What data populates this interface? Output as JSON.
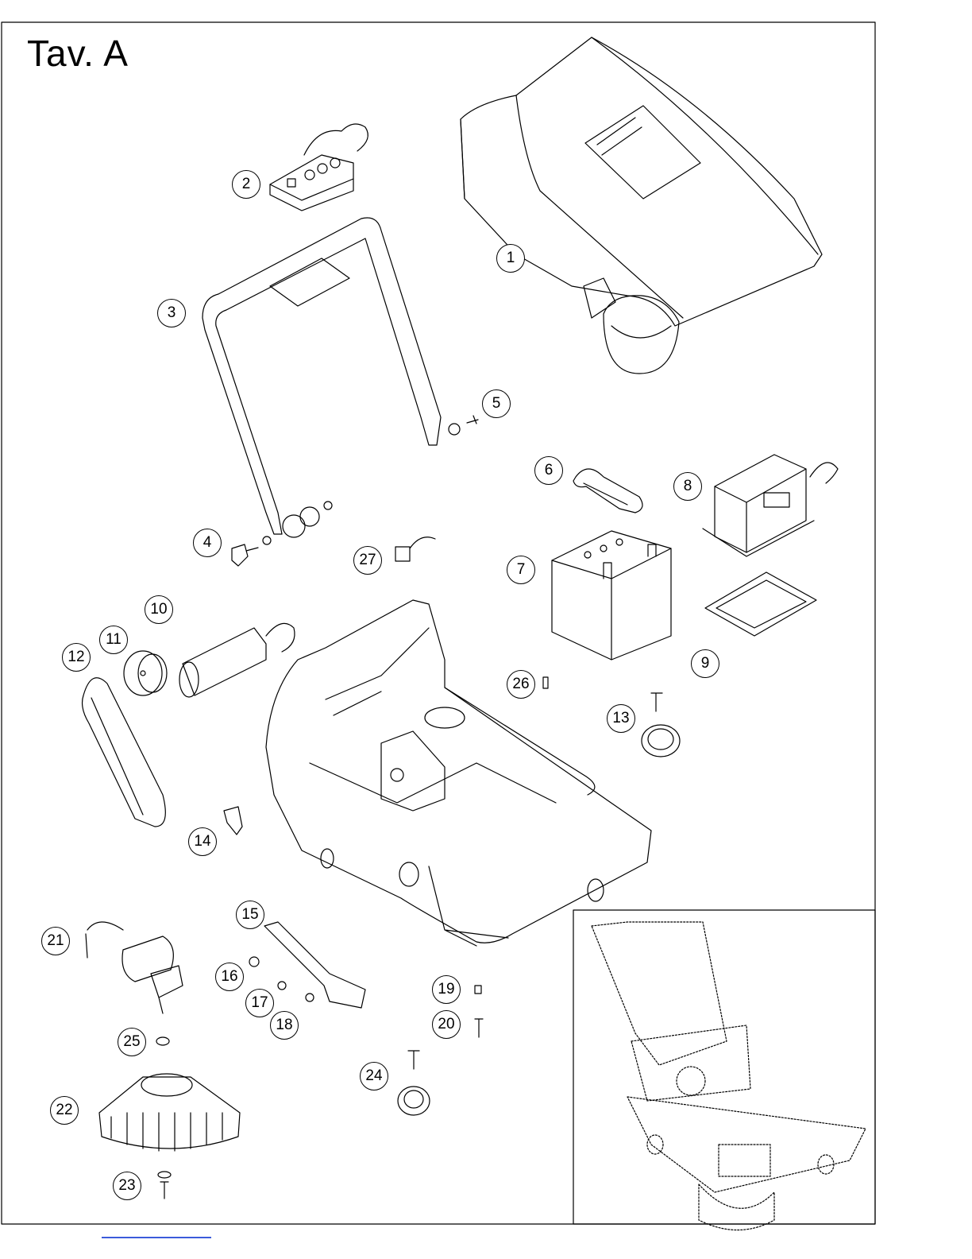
{
  "plate": {
    "title": "Tav. A"
  },
  "callouts": [
    {
      "id": "1",
      "label": "1"
    },
    {
      "id": "2",
      "label": "2"
    },
    {
      "id": "3",
      "label": "3"
    },
    {
      "id": "4",
      "label": "4"
    },
    {
      "id": "5",
      "label": "5"
    },
    {
      "id": "6",
      "label": "6"
    },
    {
      "id": "7",
      "label": "7"
    },
    {
      "id": "8",
      "label": "8"
    },
    {
      "id": "9",
      "label": "9"
    },
    {
      "id": "10",
      "label": "10"
    },
    {
      "id": "11",
      "label": "11"
    },
    {
      "id": "12",
      "label": "12"
    },
    {
      "id": "13",
      "label": "13"
    },
    {
      "id": "14",
      "label": "14"
    },
    {
      "id": "15",
      "label": "15"
    },
    {
      "id": "16",
      "label": "16"
    },
    {
      "id": "17",
      "label": "17"
    },
    {
      "id": "18",
      "label": "18"
    },
    {
      "id": "19",
      "label": "19"
    },
    {
      "id": "20",
      "label": "20"
    },
    {
      "id": "21",
      "label": "21"
    },
    {
      "id": "22",
      "label": "22"
    },
    {
      "id": "23",
      "label": "23"
    },
    {
      "id": "24",
      "label": "24"
    },
    {
      "id": "25",
      "label": "25"
    },
    {
      "id": "26",
      "label": "26"
    },
    {
      "id": "27",
      "label": "27"
    }
  ]
}
